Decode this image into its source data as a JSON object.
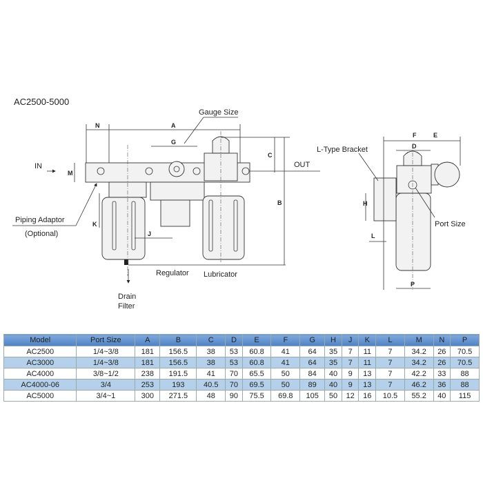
{
  "title": "AC2500-5000",
  "labels": {
    "gauge_size": "Gauge Size",
    "in": "IN",
    "out": "OUT",
    "piping_adaptor": "Piping   Adaptor",
    "optional": "(Optional)",
    "regulator": "Regulator",
    "lubricator": "Lubricator",
    "drain": "Drain",
    "filter": "Filter",
    "l_type_bracket": "L-Type Bracket",
    "port_size": "Port   Size"
  },
  "dimensions": {
    "A": "A",
    "B": "B",
    "C": "C",
    "D": "D",
    "E": "E",
    "F": "F",
    "G": "G",
    "H": "H",
    "J": "J",
    "K": "K",
    "L": "L",
    "M": "M",
    "N": "N",
    "P": "P"
  },
  "table": {
    "headers": [
      "Model",
      "Port Size",
      "A",
      "B",
      "C",
      "D",
      "E",
      "F",
      "G",
      "H",
      "J",
      "K",
      "L",
      "M",
      "N",
      "P"
    ],
    "rows": [
      [
        "AC2500",
        "1/4~3/8",
        "181",
        "156.5",
        "38",
        "53",
        "60.8",
        "41",
        "64",
        "35",
        "7",
        "11",
        "7",
        "34.2",
        "26",
        "70.5"
      ],
      [
        "AC3000",
        "1/4~3/8",
        "181",
        "156.5",
        "38",
        "53",
        "60.8",
        "41",
        "64",
        "35",
        "7",
        "11",
        "7",
        "34.2",
        "26",
        "70.5"
      ],
      [
        "AC4000",
        "3/8~1/2",
        "238",
        "191.5",
        "41",
        "70",
        "65.5",
        "50",
        "84",
        "40",
        "9",
        "13",
        "7",
        "42.2",
        "33",
        "88"
      ],
      [
        "AC4000-06",
        "3/4",
        "253",
        "193",
        "40.5",
        "70",
        "69.5",
        "50",
        "89",
        "40",
        "9",
        "13",
        "7",
        "46.2",
        "36",
        "88"
      ],
      [
        "AC5000",
        "3/4~1",
        "300",
        "271.5",
        "48",
        "90",
        "75.5",
        "69.8",
        "105",
        "50",
        "12",
        "16",
        "10.5",
        "55.2",
        "40",
        "115"
      ]
    ]
  },
  "colors": {
    "header": "#5b8fcf",
    "alt_row": "#b4d0ea"
  }
}
